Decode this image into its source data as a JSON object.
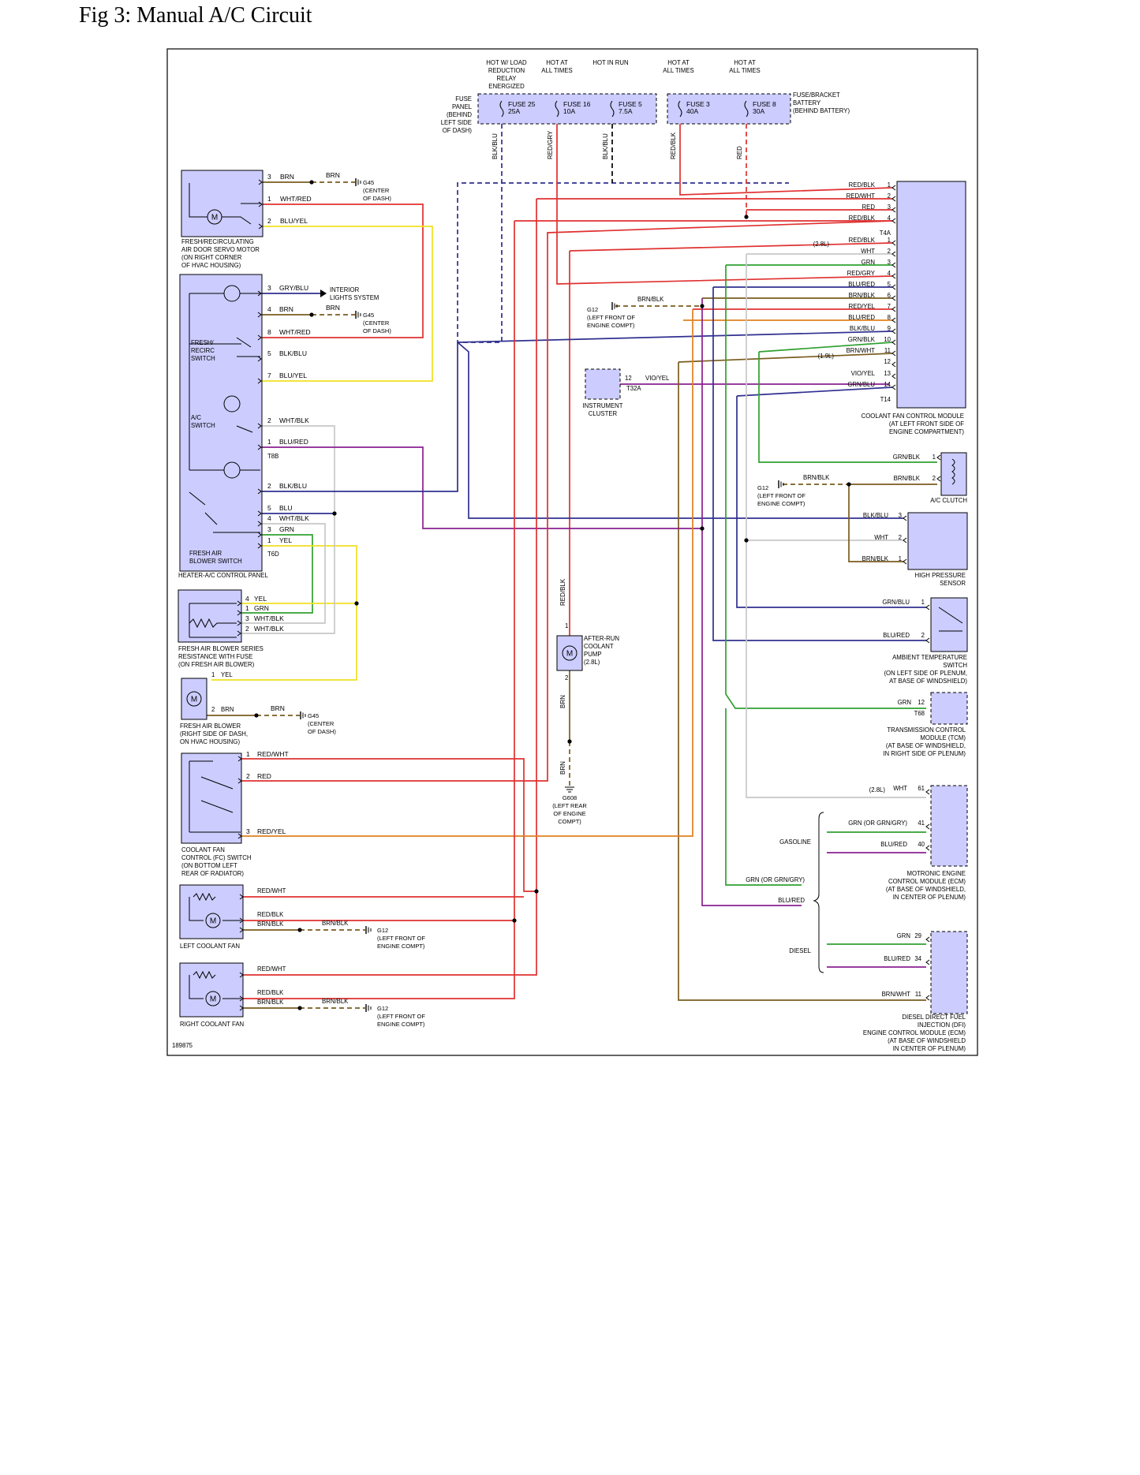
{
  "title": "Fig 3: Manual A/C Circuit",
  "figure_id": "189875",
  "colors": {
    "BRN": "#7a5c1e",
    "RED": "#e03030",
    "BLU": "#303090",
    "YEL": "#f0e020",
    "GRN": "#30a030",
    "WHT": "#c8c8c8",
    "VIO": "#8a2090",
    "BLK": "#000000",
    "GRY": "#909090",
    "ORG": "#e08020"
  },
  "fuse_block": {
    "feeds": [
      "HOT W/ LOAD\nREDUCTION\nRELAY\nENERGIZED",
      "HOT AT\nALL TIMES",
      "HOT IN RUN",
      "HOT AT\nALL TIMES",
      "HOT AT\nALL TIMES"
    ],
    "panel_label": "FUSE\nPANEL\n(BEHIND\nLEFT SIDE\nOF DASH)",
    "bracket_label": "FUSE/BRACKET\nBATTERY\n(BEHIND BATTERY)",
    "fuses": [
      {
        "name": "FUSE 25",
        "rating": "25A",
        "wire": "BLK/BLU"
      },
      {
        "name": "FUSE 16",
        "rating": "10A",
        "wire": "RED/GRY"
      },
      {
        "name": "FUSE 5",
        "rating": "7.5A",
        "wire": "BLK/BLU"
      },
      {
        "name": "FUSE 3",
        "rating": "40A",
        "wire": "RED/BLK"
      },
      {
        "name": "FUSE 8",
        "rating": "30A",
        "wire": "RED"
      }
    ]
  },
  "servo_motor": {
    "label": "FRESH/RECIRCULATING\nAIR DOOR SERVO MOTOR\n(ON RIGHT CORNER\nOF HVAC HOUSING)",
    "pins": [
      {
        "pin": "3",
        "wire": "BRN"
      },
      {
        "pin": "1",
        "wire": "WHT/RED"
      },
      {
        "pin": "2",
        "wire": "BLU/YEL"
      }
    ],
    "ground": "BRN",
    "ground_label": "G45\n(CENTER\nOF DASH)"
  },
  "control_panel": {
    "label": "HEATER-A/C CONTROL PANEL",
    "recirc_switch": "FRESH/\nRECIRC\nSWITCH",
    "ac_switch": "A/C\nSWITCH",
    "blower_switch": "FRESH AIR\nBLOWER SWITCH",
    "connectors": [
      "T8B",
      "T6D"
    ],
    "pins": [
      {
        "pin": "3",
        "wire": "GRY/BLU"
      },
      {
        "pin": "4",
        "wire": "BRN"
      },
      {
        "pin": "8",
        "wire": "WHT/RED"
      },
      {
        "pin": "5",
        "wire": "BLK/BLU"
      },
      {
        "pin": "7",
        "wire": "BLU/YEL"
      },
      {
        "pin": "2",
        "wire": "WHT/BLK"
      },
      {
        "pin": "1",
        "wire": "BLU/RED"
      },
      {
        "pin": "2",
        "wire": "BLK/BLU"
      },
      {
        "pin": "5",
        "wire": "BLU"
      },
      {
        "pin": "4",
        "wire": "WHT/BLK"
      },
      {
        "pin": "3",
        "wire": "GRN"
      },
      {
        "pin": "1",
        "wire": "YEL"
      }
    ],
    "interior_lights": "INTERIOR\nLIGHTS SYSTEM",
    "ground_wire": "BRN",
    "ground_label": "G45\n(CENTER\nOF DASH)"
  },
  "blower_resistor": {
    "label": "FRESH AIR BLOWER SERIES\nRESISTANCE WITH FUSE\n(ON FRESH AIR BLOWER)",
    "pins": [
      {
        "pin": "4",
        "wire": "YEL"
      },
      {
        "pin": "1",
        "wire": "GRN"
      },
      {
        "pin": "3",
        "wire": "WHT/BLK"
      },
      {
        "pin": "2",
        "wire": "WHT/BLK"
      }
    ]
  },
  "blower": {
    "label": "FRESH AIR BLOWER\n(RIGHT SIDE OF DASH,\nON HVAC HOUSING)",
    "pins": [
      {
        "pin": "1",
        "wire": "YEL"
      },
      {
        "pin": "2",
        "wire": "BRN"
      }
    ],
    "ground_wire": "BRN",
    "ground_label": "G45\n(CENTER\nOF DASH)"
  },
  "fc_switch": {
    "label": "COOLANT FAN\nCONTROL (FC) SWITCH\n(ON BOTTOM LEFT\nREAR OF RADIATOR)",
    "pins": [
      {
        "pin": "1",
        "wire": "RED/WHT"
      },
      {
        "pin": "2",
        "wire": "RED"
      },
      {
        "pin": "3",
        "wire": "RED/YEL"
      }
    ]
  },
  "left_fan": {
    "label": "LEFT COOLANT FAN",
    "wires": [
      "RED/WHT",
      "RED/BLK",
      "BRN/BLK"
    ],
    "ground_wire": "BRN/BLK",
    "ground_label": "G12\n(LEFT FRONT OF\nENGINE COMPT)"
  },
  "right_fan": {
    "label": "RIGHT COOLANT FAN",
    "wires": [
      "RED/WHT",
      "RED/BLK",
      "BRN/BLK"
    ],
    "ground_wire": "BRN/BLK",
    "ground_label": "G12\n(LEFT FRONT OF\nENGINE COMPT)"
  },
  "g12_center": {
    "wire": "BRN/BLK",
    "label": "G12\n(LEFT FRONT OF\nENGINE COMPT)"
  },
  "instrument_cluster": {
    "label": "INSTRUMENT\nCLUSTER",
    "pin": "12",
    "connector": "T32A",
    "wire": "VIO/YEL"
  },
  "coolant_pump": {
    "label": "AFTER-RUN\nCOOLANT\nPUMP\n(2.8L)",
    "wire_in": "RED/BLK",
    "wire_out": "BRN",
    "ground_wire": "BRN",
    "ground_label": "G608\n(LEFT REAR\nOF ENGINE\nCOMPT)",
    "pins": [
      "1",
      "2"
    ]
  },
  "fan_module": {
    "label": "COOLANT FAN CONTROL MODULE\n(AT LEFT FRONT SIDE OF\nENGINE COMPARTMENT)",
    "connectors": [
      "T4A",
      "T14"
    ],
    "pins_t4a": [
      {
        "pin": "1",
        "wire": "RED/BLK"
      },
      {
        "pin": "2",
        "wire": "RED/WHT"
      },
      {
        "pin": "3",
        "wire": "RED"
      },
      {
        "pin": "4",
        "wire": "RED/BLK"
      }
    ],
    "pins_t14": [
      {
        "pin": "1",
        "wire": "RED/BLK"
      },
      {
        "pin": "2",
        "wire": "WHT"
      },
      {
        "pin": "3",
        "wire": "GRN"
      },
      {
        "pin": "4",
        "wire": "RED/GRY"
      },
      {
        "pin": "5",
        "wire": "BLU/RED"
      },
      {
        "pin": "6",
        "wire": "BRN/BLK"
      },
      {
        "pin": "7",
        "wire": "RED/YEL"
      },
      {
        "pin": "8",
        "wire": "BLU/RED"
      },
      {
        "pin": "9",
        "wire": "BLK/BLU"
      },
      {
        "pin": "10",
        "wire": "GRN/BLK"
      },
      {
        "pin": "11",
        "wire": "BRN/WHT"
      },
      {
        "pin": "12",
        "wire": ""
      },
      {
        "pin": "13",
        "wire": "VIO/YEL"
      },
      {
        "pin": "14",
        "wire": "GRN/BLU"
      }
    ],
    "notes": [
      "(2.8L)",
      "(1.9L)"
    ]
  },
  "ac_clutch": {
    "label": "A/C CLUTCH",
    "pins": [
      {
        "pin": "1",
        "wire": "GRN/BLK"
      },
      {
        "pin": "2",
        "wire": "BRN/BLK"
      }
    ]
  },
  "pressure_sensor": {
    "label": "HIGH PRESSURE\nSENSOR",
    "pins": [
      {
        "pin": "3",
        "wire": "BLK/BLU"
      },
      {
        "pin": "2",
        "wire": "WHT"
      },
      {
        "pin": "1",
        "wire": "BRN/BLK"
      }
    ]
  },
  "ambient_switch": {
    "label": "AMBIENT TEMPERATURE\nSWITCH\n(ON LEFT SIDE OF PLENUM,\nAT BASE OF WINDSHIELD)",
    "pins": [
      {
        "pin": "1",
        "wire": "GRN/BLU"
      },
      {
        "pin": "2",
        "wire": "BLU/RED"
      }
    ]
  },
  "tcm": {
    "label": "TRANSMISSION CONTROL\nMODULE (TCM)\n(AT BASE OF WINDSHIELD,\nIN RIGHT SIDE OF PLENUM)",
    "pin": "12",
    "connector": "T68",
    "wire": "GRN"
  },
  "ecm_gas": {
    "label": "MOTRONIC ENGINE\nCONTROL MODULE (ECM)\n(AT BASE OF WINDSHIELD,\nIN CENTER OF PLENUM)",
    "pins": [
      {
        "pin": "61",
        "wire": "WHT",
        "note": "(2.8L)"
      },
      {
        "pin": "41",
        "wire": "GRN (OR GRN/GRY)"
      },
      {
        "pin": "40",
        "wire": "BLU/RED"
      }
    ]
  },
  "ecm_diesel": {
    "label": "DIESEL DIRECT FUEL\nINJECTION (DFI)\nENGINE CONTROL MODULE (ECM)\n(AT BASE OF WINDSHIELD\nIN CENTER OF PLENUM)",
    "pins": [
      {
        "pin": "29",
        "wire": "GRN"
      },
      {
        "pin": "34",
        "wire": "BLU/RED"
      },
      {
        "pin": "11",
        "wire": "BRN/WHT"
      }
    ]
  },
  "engine_variants": {
    "gasoline": "GASOLINE",
    "diesel": "DIESEL",
    "wires": [
      "GRN (OR GRN/GRY)",
      "BLU/RED"
    ]
  }
}
